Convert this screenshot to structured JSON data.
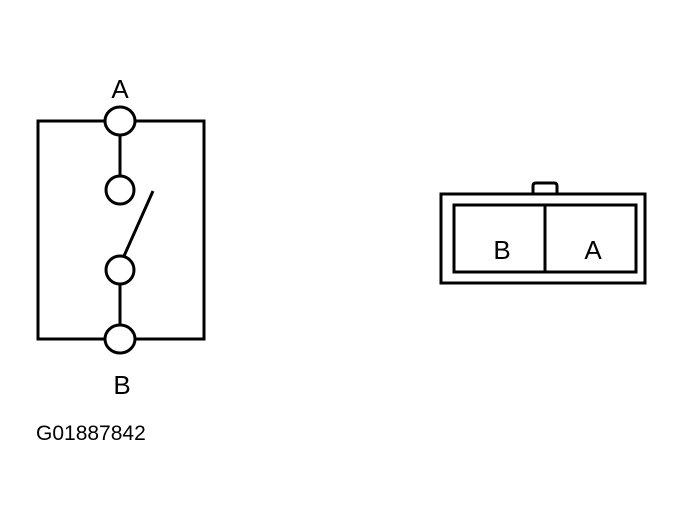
{
  "switch_schematic": {
    "terminal_top_label": "A",
    "terminal_bottom_label": "B"
  },
  "connector": {
    "cavity_left_label": "B",
    "cavity_right_label": "A"
  },
  "figure_code": "G01887842",
  "colors": {
    "line": "#000000",
    "background": "#ffffff"
  }
}
